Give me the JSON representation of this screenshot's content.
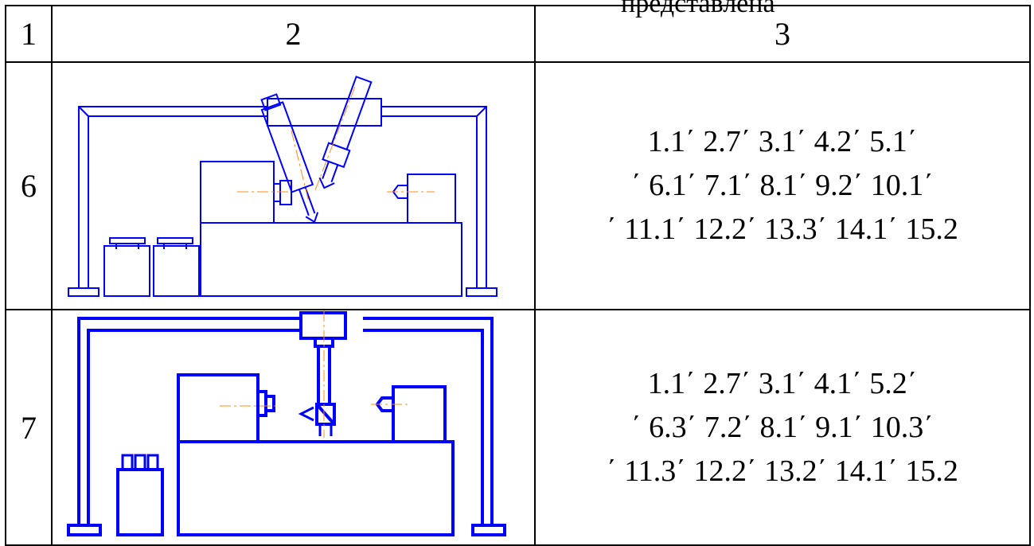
{
  "page_header": "представлена",
  "table": {
    "headers": [
      "1",
      "2",
      "3"
    ],
    "rows": [
      {
        "number": "6",
        "drawing": "machine-tool-with-gantry-robot-two-arms",
        "codes": [
          "1.1΄ 2.7΄ 3.1΄ 4.2΄ 5.1΄",
          "΄ 6.1΄ 7.1΄ 8.1΄ 9.2΄ 10.1΄",
          "΄ 11.1΄ 12.2΄ 13.3΄ 14.1΄ 15.2"
        ]
      },
      {
        "number": "7",
        "drawing": "machine-tool-with-gantry-robot-vertical-arm",
        "codes": [
          "1.1΄ 2.7΄ 3.1΄ 4.1΄ 5.2΄",
          "΄ 6.3΄ 7.2΄ 8.1΄ 9.1΄ 10.3΄",
          "΄ 11.3΄ 12.2΄ 13.2΄ 14.1΄ 15.2"
        ]
      }
    ]
  },
  "colors": {
    "line": "#0000ff",
    "axis": "#ff8c1a",
    "border": "#000000"
  }
}
